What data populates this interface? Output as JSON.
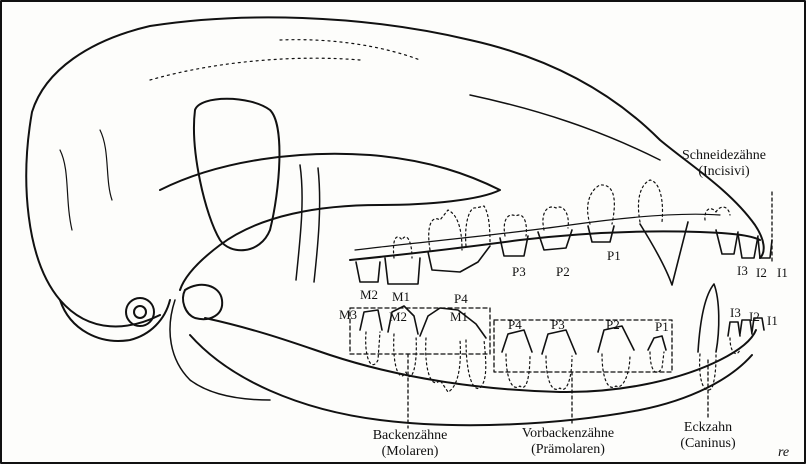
{
  "labels": {
    "incisors_title": "Schneidezähne",
    "incisors_latin": "(Incisivi)",
    "molars_title": "Backenzähne",
    "molars_latin": "(Molaren)",
    "premolars_title": "Vorbackenzähne",
    "premolars_latin": "(Prämolaren)",
    "canine_title": "Eckzahn",
    "canine_latin": "(Caninus)"
  },
  "upper_teeth": {
    "m2": "M2",
    "m1": "M1",
    "p4": "P4",
    "p3": "P3",
    "p2": "P2",
    "p1": "P1",
    "i3": "I3",
    "i2": "I2",
    "i1": "I1"
  },
  "lower_teeth": {
    "m3": "M3",
    "m2": "M2",
    "m1": "M1",
    "p4": "P4",
    "p3": "P3",
    "p2": "P2",
    "p1": "P1",
    "i3": "I3",
    "i2": "I2",
    "i1": "I1"
  },
  "credit": "re"
}
